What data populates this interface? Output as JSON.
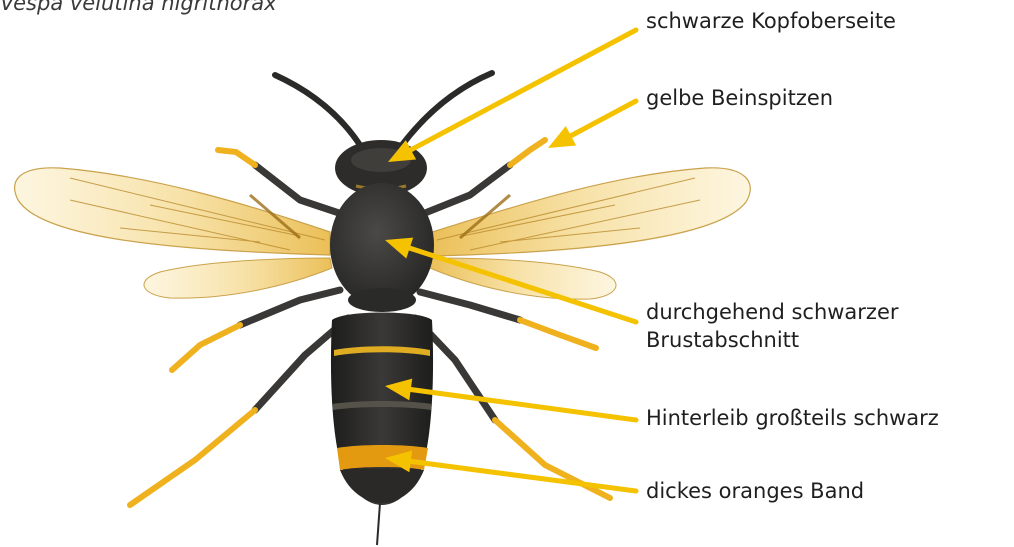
{
  "species_title": "Vespa velutina nigrithorax",
  "annotations": [
    {
      "id": "head",
      "lines": [
        "schwarze Kopfoberseite"
      ]
    },
    {
      "id": "legs",
      "lines": [
        "gelbe Beinspitzen"
      ]
    },
    {
      "id": "thorax",
      "lines": [
        "durchgehend schwarzer",
        "Brustabschnitt"
      ]
    },
    {
      "id": "abdomen",
      "lines": [
        "Hinterleib großteils schwarz"
      ]
    },
    {
      "id": "band",
      "lines": [
        "dickes oranges Band"
      ]
    }
  ],
  "colors": {
    "arrow": "#f5c200",
    "leg_tip": "#efb21e",
    "wing": "#f4d78a",
    "body": "#2c2c2b",
    "band": "#e39a10",
    "text": "#1f1f1f"
  }
}
